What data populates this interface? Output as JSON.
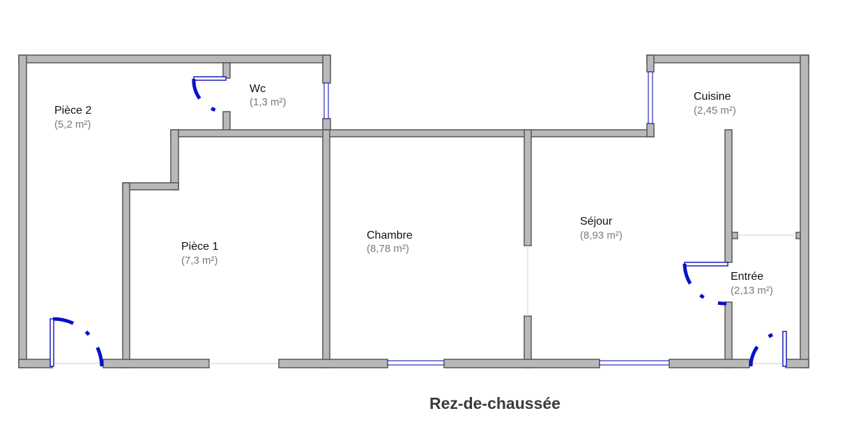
{
  "plan": {
    "title": "Rez-de-chaussée",
    "rooms": [
      {
        "name": "Pièce 2",
        "area": "(5,2 m²)"
      },
      {
        "name": "Wc",
        "area": "(1,3 m²)"
      },
      {
        "name": "Pièce 1",
        "area": "(7,3 m²)"
      },
      {
        "name": "Chambre",
        "area": "(8,78 m²)"
      },
      {
        "name": "Séjour",
        "area": "(8,93 m²)"
      },
      {
        "name": "Cuisine",
        "area": "(2,45 m²)"
      },
      {
        "name": "Entrée",
        "area": "(2,13 m²)"
      }
    ],
    "colors": {
      "wall": "#b9b9b9",
      "door": "#0a10c8",
      "window": "#2a2ab0"
    }
  }
}
